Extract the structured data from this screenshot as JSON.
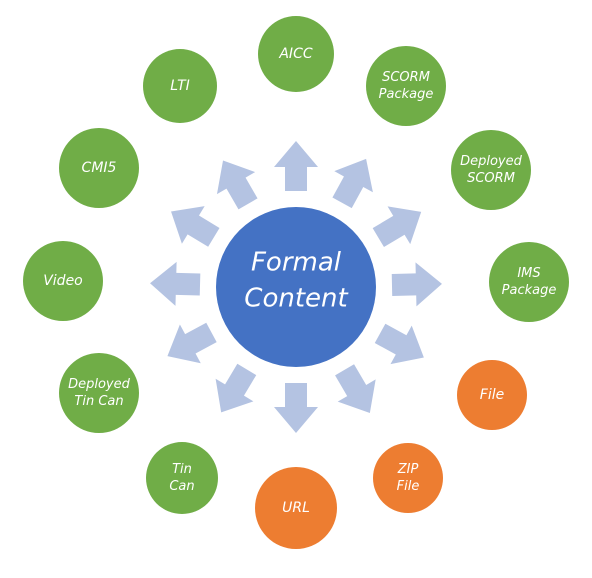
{
  "colors": {
    "center": "#4472c4",
    "green": "#70ad47",
    "orange": "#ed7d31",
    "arrow": "#b4c3e2"
  },
  "center": {
    "line1": "Formal",
    "line2": "Content"
  },
  "nodes": [
    {
      "id": "aicc",
      "lines": [
        "AICC"
      ],
      "color": "green"
    },
    {
      "id": "scorm-package",
      "lines": [
        "SCORM",
        "Package"
      ],
      "color": "green"
    },
    {
      "id": "deployed-scorm",
      "lines": [
        "Deployed",
        "SCORM"
      ],
      "color": "green"
    },
    {
      "id": "ims-package",
      "lines": [
        "IMS",
        "Package"
      ],
      "color": "green"
    },
    {
      "id": "file",
      "lines": [
        "File"
      ],
      "color": "orange"
    },
    {
      "id": "zip-file",
      "lines": [
        "ZIP",
        "File"
      ],
      "color": "orange"
    },
    {
      "id": "url",
      "lines": [
        "URL"
      ],
      "color": "orange"
    },
    {
      "id": "tin-can",
      "lines": [
        "Tin",
        "Can"
      ],
      "color": "green"
    },
    {
      "id": "deployed-tin-can",
      "lines": [
        "Deployed",
        "Tin Can"
      ],
      "color": "green"
    },
    {
      "id": "video",
      "lines": [
        "Video"
      ],
      "color": "green"
    },
    {
      "id": "cmi5",
      "lines": [
        "CMI5"
      ],
      "color": "green"
    },
    {
      "id": "lti",
      "lines": [
        "LTI"
      ],
      "color": "green"
    }
  ]
}
